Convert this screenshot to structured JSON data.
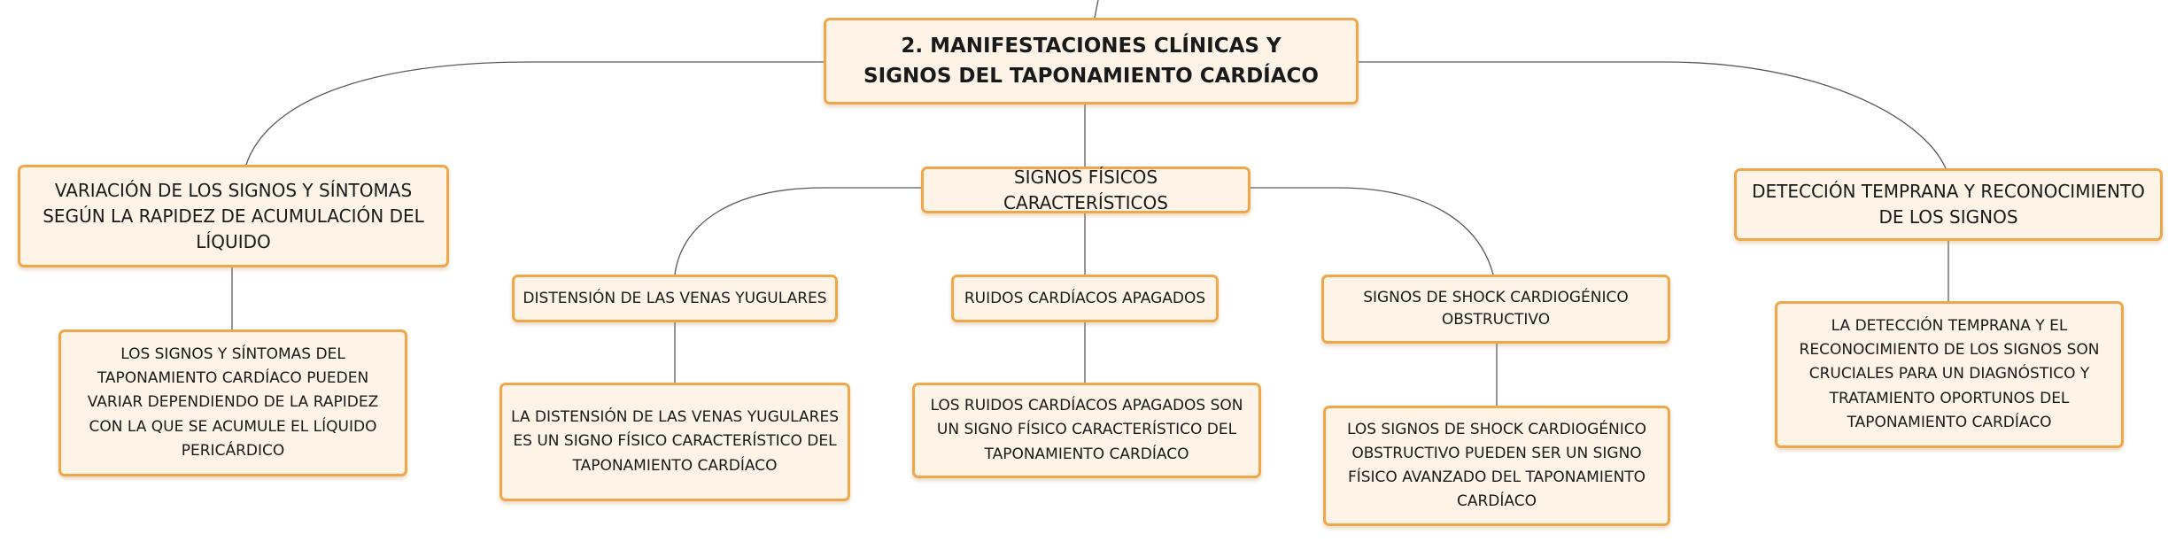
{
  "root": {
    "label": "2. MANIFESTACIONES CLÍNICAS Y SIGNOS DEL TAPONAMIENTO CARDÍACO"
  },
  "branches": {
    "variation": {
      "label": "VARIACIÓN DE LOS SIGNOS Y SÍNTOMAS SEGÚN LA RAPIDEZ DE ACUMULACIÓN DEL LÍQUIDO",
      "detail": "LOS SIGNOS Y SÍNTOMAS DEL TAPONAMIENTO CARDÍACO PUEDEN VARIAR DEPENDIENDO DE LA RAPIDEZ CON LA QUE SE ACUMULE EL LÍQUIDO PERICÁRDICO"
    },
    "physical_signs": {
      "label": "SIGNOS FÍSICOS CARACTERÍSTICOS",
      "children": {
        "jugular": {
          "label": "DISTENSIÓN DE LAS VENAS YUGULARES",
          "detail": "LA DISTENSIÓN DE LAS VENAS YUGULARES ES UN SIGNO FÍSICO CARACTERÍSTICO DEL TAPONAMIENTO CARDÍACO"
        },
        "heart_sounds": {
          "label": "RUIDOS CARDÍACOS APAGADOS",
          "detail": "LOS RUIDOS CARDÍACOS APAGADOS SON UN SIGNO FÍSICO CARACTERÍSTICO DEL TAPONAMIENTO CARDÍACO"
        },
        "shock": {
          "label": "SIGNOS DE SHOCK CARDIOGÉNICO OBSTRUCTIVO",
          "detail": "LOS SIGNOS DE SHOCK CARDIOGÉNICO OBSTRUCTIVO PUEDEN SER UN SIGNO FÍSICO AVANZADO DEL TAPONAMIENTO CARDÍACO"
        }
      }
    },
    "early_detection": {
      "label": "DETECCIÓN TEMPRANA Y RECONOCIMIENTO DE LOS SIGNOS",
      "detail": "LA DETECCIÓN TEMPRANA Y EL RECONOCIMIENTO DE LOS SIGNOS SON CRUCIALES PARA UN DIAGNÓSTICO Y TRATAMIENTO OPORTUNOS DEL TAPONAMIENTO CARDÍACO"
    }
  },
  "colors": {
    "node_fill": "#fdf3e6",
    "node_border": "#f0a64a",
    "connector": "#5a5a5a",
    "text": "#1a1a1a"
  }
}
